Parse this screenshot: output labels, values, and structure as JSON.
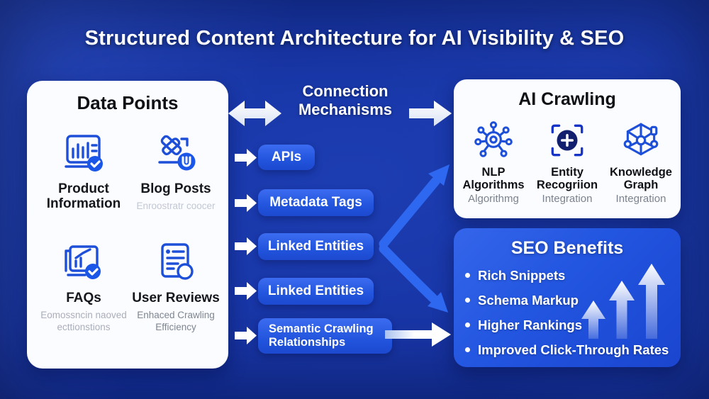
{
  "title": "Structured Content Architecture for AI Visibility & SEO",
  "colors": {
    "background_blue": "#15309c",
    "panel_white": "#fbfcff",
    "pill_blue": "#2254dd",
    "seo_panel_blue": "#2255e0",
    "icon_blue": "#1e4fd8",
    "arrow_white": "#ffffff",
    "arrow_blue": "#2e68f0"
  },
  "data_points": {
    "title": "Data Points",
    "items": [
      {
        "label": "Product Information",
        "sub": "",
        "icon": "bar-chart-check-icon"
      },
      {
        "label": "Blog Posts",
        "sub": "Enroostratr coocer",
        "icon": "pencil-badge-icon"
      },
      {
        "label": "FAQs",
        "sub": "Eomossncin naoved ecttionstions",
        "icon": "chart-pages-check-icon"
      },
      {
        "label": "User Reviews",
        "sub": "Enhaced Crawling Efficiency",
        "icon": "document-review-icon"
      }
    ]
  },
  "connections": {
    "title": "Connection Mechanisms",
    "pills": [
      "APIs",
      "Metadata Tags",
      "Linked Entities",
      "Linked Entities",
      "Semantic Crawling Relationships"
    ]
  },
  "ai_crawling": {
    "title": "AI Crawling",
    "items": [
      {
        "label": "NLP Algorithms",
        "sub": "Algorithmg",
        "icon": "network-hub-icon"
      },
      {
        "label": "Entity Recogriion",
        "sub": "Integration",
        "icon": "focus-plus-icon"
      },
      {
        "label": "Knowledge Graph",
        "sub": "Integration",
        "icon": "graph-hexagon-icon"
      }
    ]
  },
  "seo_benefits": {
    "title": "SEO Benefits",
    "bullets": [
      "Rich Snippets",
      "Schema Markup",
      "Higher Rankings",
      "Improved Click-Through Rates"
    ]
  }
}
